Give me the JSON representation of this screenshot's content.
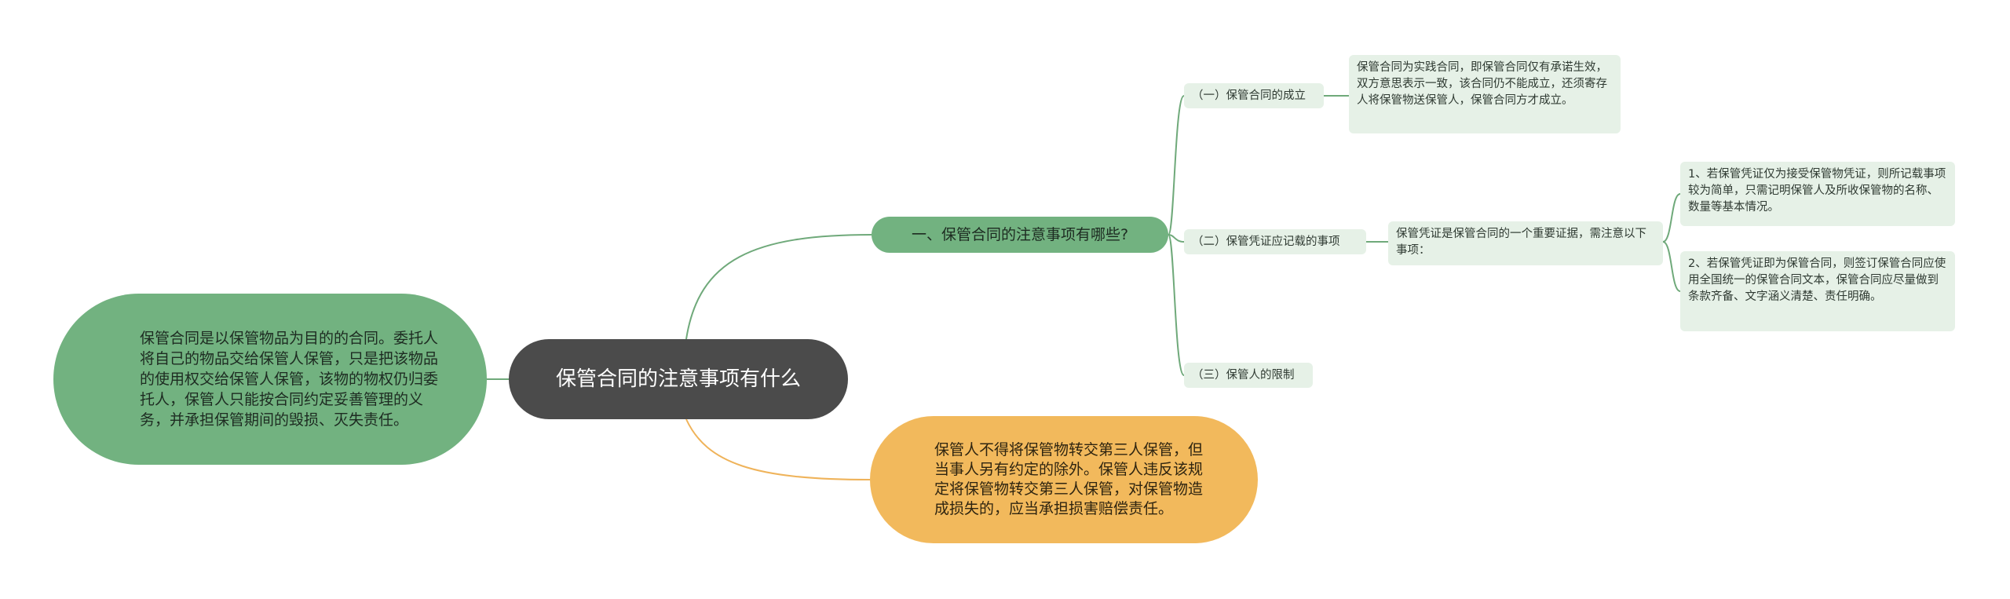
{
  "root": {
    "title": "保管合同的注意事项有什么"
  },
  "left_note": {
    "text": "保管合同是以保管物品为目的的合同。委托人将自己的物品交给保管人保管，只是把该物品的使用权交给保管人保管，该物的物权仍归委托人，保管人只能按合同约定妥善管理的义务，并承担保管期间的毁损、灭失责任。"
  },
  "right_note": {
    "text": "保管人不得将保管物转交第三人保管，但当事人另有约定的除外。保管人违反该规定将保管物转交第三人保管，对保管物造成损失的，应当承担损害赔偿责任。"
  },
  "branch": {
    "title": "一、保管合同的注意事项有哪些?",
    "items": [
      {
        "label": "（一）保管合同的成立",
        "detail": "保管合同为实践合同，即保管合同仅有承诺生效，双方意思表示一致，该合同仍不能成立，还须寄存人将保管物送保管人，保管合同方才成立。"
      },
      {
        "label": "（二）保管凭证应记载的事项",
        "detail": "保管凭证是保管合同的一个重要证据，需注意以下事项：",
        "subitems": [
          "1、若保管凭证仅为接受保管物凭证，则所记载事项较为简单，只需记明保管人及所收保管物的名称、数量等基本情况。",
          "2、若保管凭证即为保管合同，则签订保管合同应使用全国统一的保管合同文本，保管合同应尽量做到条款齐备、文字涵义清楚、责任明确。"
        ]
      },
      {
        "label": "（三）保管人的限制"
      }
    ]
  },
  "colors": {
    "root_bg": "#4b4b4b",
    "green": "#72b280",
    "orange": "#f2b95c",
    "light_green": "#e6f1e7",
    "link_green": "#6fa97a",
    "link_orange": "#efb35a"
  }
}
